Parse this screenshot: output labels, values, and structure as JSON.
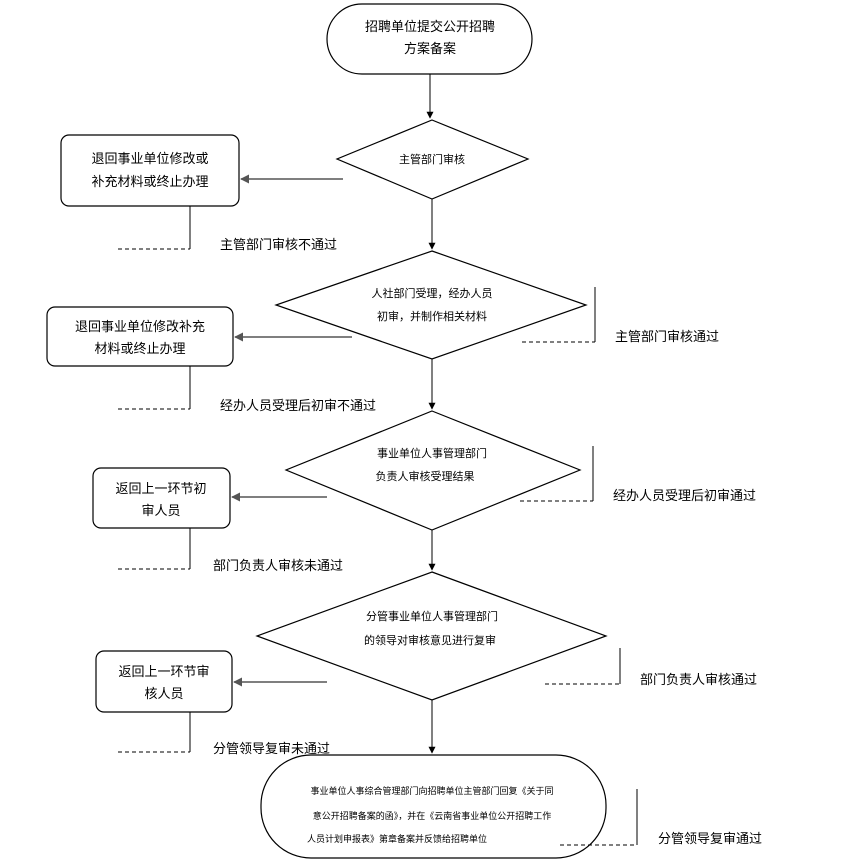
{
  "start": {
    "line1": "招聘单位提交公开招聘",
    "line2": "方案备案"
  },
  "d1": {
    "line1": "主管部门审核"
  },
  "d2": {
    "line1": "人社部门受理，经办人员",
    "line2": "初审，并制作相关材料"
  },
  "d3": {
    "line1": "事业单位人事管理部门",
    "line2": "负责人审核受理结果"
  },
  "d4": {
    "line1": "分管事业单位人事管理部门",
    "line2": "的领导对审核意见进行复审"
  },
  "r1": {
    "line1": "退回事业单位修改或",
    "line2": "补充材料或终止办理"
  },
  "r2": {
    "line1": "退回事业单位修改补充",
    "line2": "材料或终止办理"
  },
  "r3": {
    "line1": "返回上一环节初",
    "line2": "审人员"
  },
  "r4": {
    "line1": "返回上一环节审",
    "line2": "核人员"
  },
  "fail": {
    "f1": "主管部门审核不通过",
    "f2": "经办人员受理后初审不通过",
    "f3": "部门负责人审核未通过",
    "f4": "分管领导复审未通过"
  },
  "pass": {
    "p1": "主管部门审核通过",
    "p2": "经办人员受理后初审通过",
    "p3": "部门负责人审核通过",
    "p4": "分管领导复审通过"
  },
  "end": {
    "line1": "事业单位人事综合管理部门向招聘单位主管部门回复《关于同",
    "line2": "意公开招聘备案的函》，并在《云南省事业单位公开招聘工作",
    "line3": "人员计划申报表》第章备案并反馈给招聘单位"
  }
}
